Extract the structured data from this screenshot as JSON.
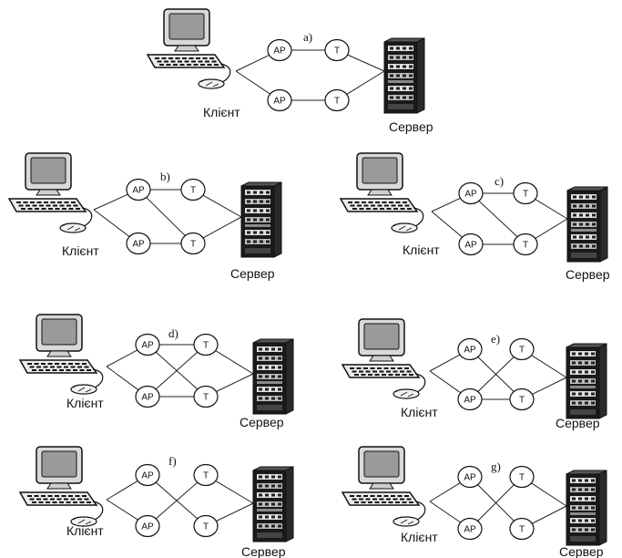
{
  "labels": {
    "client": "Клієнт",
    "server": "Сервер",
    "ap": "AP",
    "t": "T"
  },
  "diagrams": [
    {
      "id": "a",
      "tag": "a)",
      "links": [
        "C-A1",
        "C-A2",
        "A1-T1",
        "A2-T2",
        "T1-S",
        "T2-S"
      ]
    },
    {
      "id": "b",
      "tag": "b)",
      "links": [
        "C-A1",
        "C-A2",
        "A1-T1",
        "A2-T2",
        "A1-T2",
        "T1-S",
        "T2-S"
      ]
    },
    {
      "id": "c",
      "tag": "c)",
      "links": [
        "C-A1",
        "C-A2",
        "A1-T1",
        "A2-T2",
        "A1-T2",
        "T1-S",
        "T2-S"
      ]
    },
    {
      "id": "d",
      "tag": "d)",
      "links": [
        "C-A1",
        "C-A2",
        "A1-T1",
        "A2-T2",
        "A1-T2",
        "A2-T1",
        "T1-S",
        "T2-S"
      ]
    },
    {
      "id": "e",
      "tag": "e)",
      "links": [
        "C-A1",
        "C-A2",
        "A2-T2",
        "A1-T2",
        "A2-T1",
        "T1-S",
        "T2-S"
      ]
    },
    {
      "id": "f",
      "tag": "f)",
      "links": [
        "C-A1",
        "C-A2",
        "A1-T2",
        "A2-T1",
        "T1-S",
        "T2-S"
      ]
    },
    {
      "id": "g",
      "tag": "g)",
      "links": [
        "C-A1",
        "C-A2",
        "A1-T2",
        "A2-T1",
        "T1-S",
        "T2-S"
      ]
    }
  ]
}
